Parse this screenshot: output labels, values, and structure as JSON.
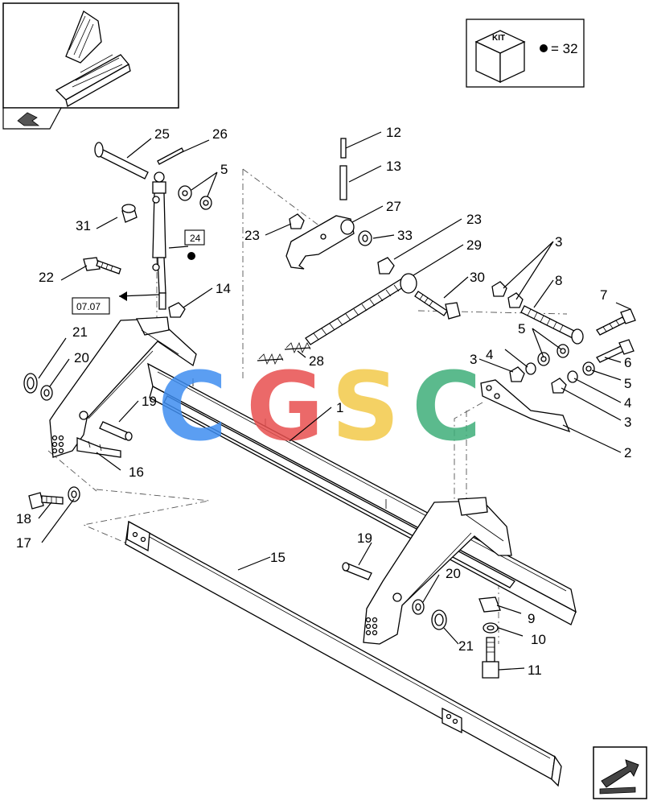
{
  "kit_box": {
    "kit_label": "KIT",
    "bullet_equals": "= 32"
  },
  "reference_boxes": [
    {
      "id": "ref-24",
      "text": "24"
    },
    {
      "id": "ref-07-07",
      "text": "07.07"
    }
  ],
  "callouts": [
    "25",
    "26",
    "5",
    "31",
    "24",
    "22",
    "14",
    "12",
    "13",
    "27",
    "23",
    "33",
    "23",
    "29",
    "30",
    "3",
    "8",
    "7",
    "21",
    "20",
    "19",
    "16",
    "18",
    "17",
    "28",
    "1",
    "4",
    "5",
    "3",
    "6",
    "5",
    "4",
    "3",
    "2",
    "15",
    "19",
    "20",
    "9",
    "10",
    "21",
    "11"
  ],
  "watermark": {
    "letters": [
      "C",
      "G",
      "S",
      "C"
    ],
    "colors": [
      "#3f8ef0",
      "#e8504f",
      "#f3c94a",
      "#3fae7a"
    ]
  }
}
